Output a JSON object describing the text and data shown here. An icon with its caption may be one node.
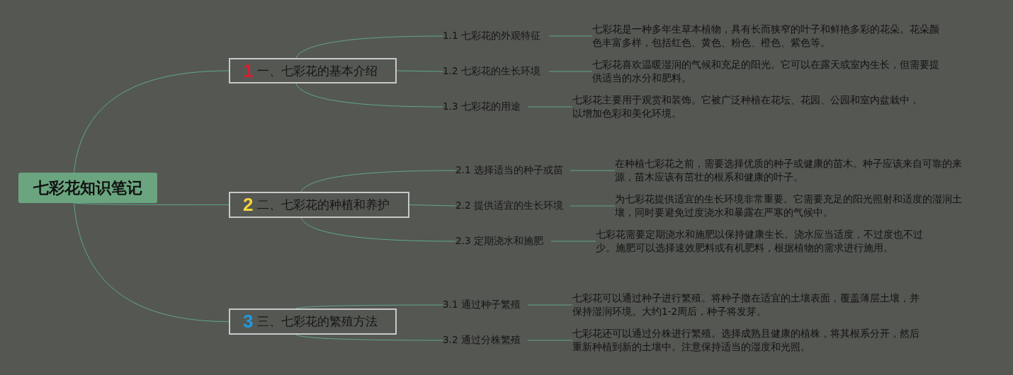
{
  "diagram": {
    "nodes": [
      {
        "text": [
          "七彩花知识笔记"
        ]
      },
      {
        "text": [
          "1",
          "一、七彩花的基本介绍"
        ]
      },
      {
        "text": [
          "1.1 七彩花的外观特征"
        ]
      },
      {
        "text": [
          "七彩花是一种多年生草本植物，具有长而狭窄的叶子和鲜艳多彩的花朵。花朵颜色丰富多样，包括红色、黄色、粉色、橙色、紫色等。"
        ]
      },
      {
        "text": [
          "1.2 七彩花的生长环境"
        ]
      },
      {
        "text": [
          "七彩花喜欢温暖湿润的气候和充足的阳光。它可以在露天或室内生长，但需要提供适当的水分和肥料。"
        ]
      },
      {
        "text": [
          "1.3 七彩花的用途"
        ]
      },
      {
        "text": [
          "七彩花主要用于观赏和装饰。它被广泛种植在花坛、花园、公园和室内盆栽中，以增加色彩和美化环境。"
        ]
      },
      {
        "text": [
          "2",
          "二、七彩花的种植和养护"
        ]
      },
      {
        "text": [
          "2.1 选择适当的种子或苗"
        ]
      },
      {
        "text": [
          "在种植七彩花之前，需要选择优质的种子或健康的苗木。种子应该来自可靠的来源，苗木应该有茁壮的根系和健康的叶子。"
        ]
      },
      {
        "text": [
          "2.2 提供适宜的生长环境"
        ]
      },
      {
        "text": [
          "为七彩花提供适宜的生长环境非常重要。它需要充足的阳光照射和适度的湿润土壤，同时要避免过度浇水和暴露在严寒的气候中。"
        ]
      },
      {
        "text": [
          "2.3 定期浇水和施肥"
        ]
      },
      {
        "text": [
          "七彩花需要定期浇水和施肥以保持健康生长。浇水应当适度，不过度也不过少。施肥可以选择速效肥料或有机肥料，根据植物的需求进行施用。"
        ]
      },
      {
        "text": [
          "3",
          "三、七彩花的繁殖方法"
        ]
      },
      {
        "text": [
          "3.1 通过种子繁殖"
        ]
      },
      {
        "text": [
          "七彩花可以通过种子进行繁殖。将种子撒在适宜的土壤表面，覆盖薄层土壤，并保持湿润环境。大约1-2周后，种子将发芽。"
        ]
      },
      {
        "text": [
          "3.2 通过分株繁殖"
        ]
      },
      {
        "text": [
          "七彩花还可以通过分株进行繁殖。选择成熟且健康的植株，将其根系分开，然后重新种植到新的土壤中。注意保持适当的湿度和光照。"
        ]
      }
    ],
    "edges": [
      {
        "from": 0,
        "to": 1,
        "arrow": "none"
      },
      {
        "from": 1,
        "to": 2,
        "arrow": "none"
      },
      {
        "from": 2,
        "to": 3,
        "arrow": "none"
      },
      {
        "from": 1,
        "to": 4,
        "arrow": "none"
      },
      {
        "from": 4,
        "to": 5,
        "arrow": "none"
      },
      {
        "from": 1,
        "to": 6,
        "arrow": "none"
      },
      {
        "from": 6,
        "to": 7,
        "arrow": "none"
      },
      {
        "from": 0,
        "to": 8,
        "arrow": "none"
      },
      {
        "from": 8,
        "to": 9,
        "arrow": "none"
      },
      {
        "from": 9,
        "to": 10,
        "arrow": "none"
      },
      {
        "from": 8,
        "to": 11,
        "arrow": "none"
      },
      {
        "from": 11,
        "to": 12,
        "arrow": "none"
      },
      {
        "from": 8,
        "to": 13,
        "arrow": "none"
      },
      {
        "from": 13,
        "to": 14,
        "arrow": "none"
      },
      {
        "from": 0,
        "to": 15,
        "arrow": "none"
      },
      {
        "from": 15,
        "to": 16,
        "arrow": "none"
      },
      {
        "from": 16,
        "to": 17,
        "arrow": "none"
      },
      {
        "from": 15,
        "to": 18,
        "arrow": "none"
      },
      {
        "from": 18,
        "to": 19,
        "arrow": "none"
      }
    ]
  }
}
